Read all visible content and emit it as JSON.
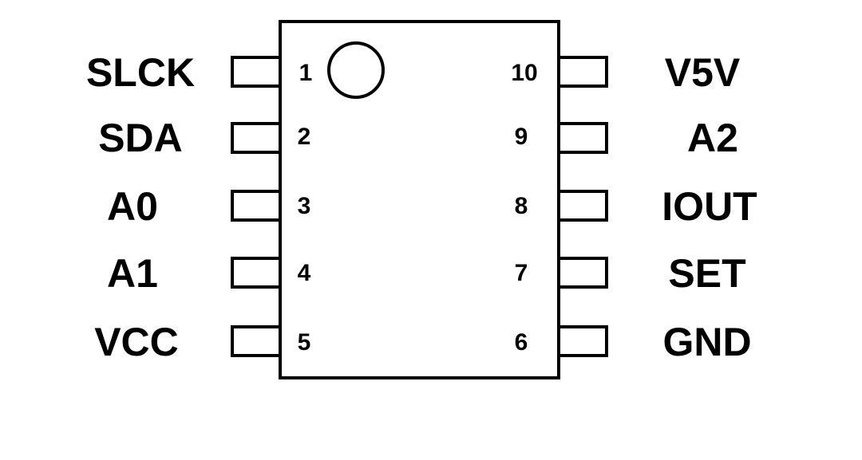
{
  "diagram": {
    "left_pins": [
      {
        "number": "1",
        "label": "SLCK"
      },
      {
        "number": "2",
        "label": "SDA"
      },
      {
        "number": "3",
        "label": "A0"
      },
      {
        "number": "4",
        "label": "A1"
      },
      {
        "number": "5",
        "label": "VCC"
      }
    ],
    "right_pins": [
      {
        "number": "10",
        "label": "V5V"
      },
      {
        "number": "9",
        "label": "A2"
      },
      {
        "number": "8",
        "label": "IOUT"
      },
      {
        "number": "7",
        "label": "SET"
      },
      {
        "number": "6",
        "label": "GND"
      }
    ],
    "pin1_marker": "circle"
  }
}
